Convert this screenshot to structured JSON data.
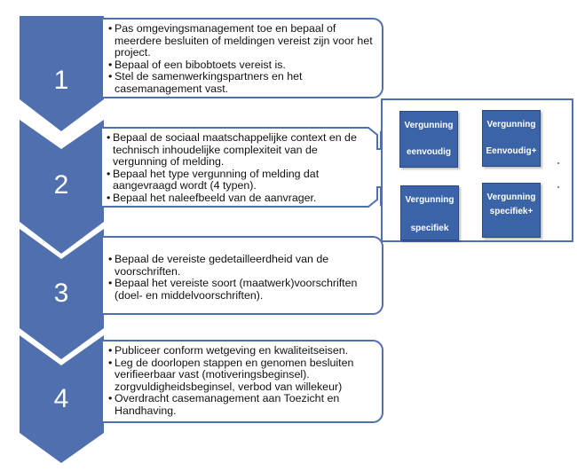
{
  "colors": {
    "chevron": "#4f6fae",
    "tile": "#3b64a8",
    "text": "#111111"
  },
  "steps": [
    {
      "number": "1",
      "bullets": [
        "Pas omgevingsmanagement toe en bepaal of meerdere besluiten of meldingen vereist zijn voor het project.",
        "Bepaal of een bibobtoets vereist is.",
        "Stel de samenwerkingspartners en het casemanagement vast."
      ]
    },
    {
      "number": "2",
      "bullets": [
        "Bepaal de sociaal maatschappelijke context en de technisch inhoudelijke complexiteit van de vergunning of melding.",
        "Bepaal het type vergunning  of melding dat aangevraagd wordt (4 typen).",
        "Bepaal het naleefbeeld van de aanvrager."
      ]
    },
    {
      "number": "3",
      "bullets": [
        "Bepaal de vereiste gedetailleerdheid  van de voorschriften.",
        "Bepaal het vereiste soort  (maatwerk)voorschriften (doel- en middelvoorschriften)."
      ]
    },
    {
      "number": "4",
      "bullets": [
        "Publiceer conform wetgeving en kwaliteitseisen.",
        "Leg de doorlopen stappen en genomen besluiten verifieerbaar vast (motiveringsbeginsel). zorgvuldigheidsbeginsel, verbod van willekeur)",
        "Overdracht casemanagement aan Toezicht en Handhaving."
      ]
    }
  ],
  "vergunning_types": [
    {
      "line1": "Vergunning",
      "line2": "eenvoudig"
    },
    {
      "line1": "Vergunning",
      "line2": "Eenvoudig+"
    },
    {
      "line1": "Vergunning",
      "line2": "specifiek"
    },
    {
      "line1": "Vergunning",
      "line2": "specifiek+"
    }
  ]
}
